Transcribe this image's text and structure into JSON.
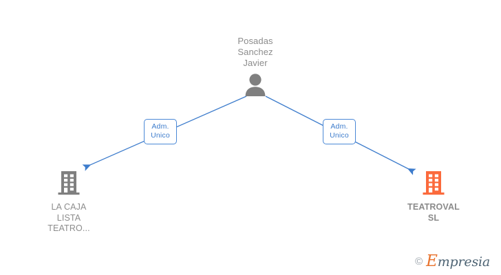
{
  "diagram": {
    "type": "org-relationship-graph",
    "background_color": "#ffffff",
    "root": {
      "name": "Posadas\nSanchez\nJavier",
      "icon": "person-icon",
      "color": "#7f7f7f"
    },
    "nodes": [
      {
        "id": "company-left",
        "name": "LA CAJA\nLISTA\nTEATRO...",
        "icon": "building-icon",
        "color": "#7f7f7f",
        "bold": false
      },
      {
        "id": "company-right",
        "name": "TEATROVAL\nSL",
        "icon": "building-icon",
        "color": "#fb6a3c",
        "bold": true
      }
    ],
    "edges": [
      {
        "id": "edge-left",
        "label": "Adm.\nUnico",
        "from": "root",
        "to": "company-left",
        "color": "#3d7ccc"
      },
      {
        "id": "edge-right",
        "label": "Adm.\nUnico",
        "from": "root",
        "to": "company-right",
        "color": "#3d7ccc"
      }
    ]
  },
  "watermark": {
    "copyright": "©",
    "brand_first": "E",
    "brand_rest": "mpresia",
    "accent_color": "#e8722c",
    "text_color": "#4d6373"
  }
}
